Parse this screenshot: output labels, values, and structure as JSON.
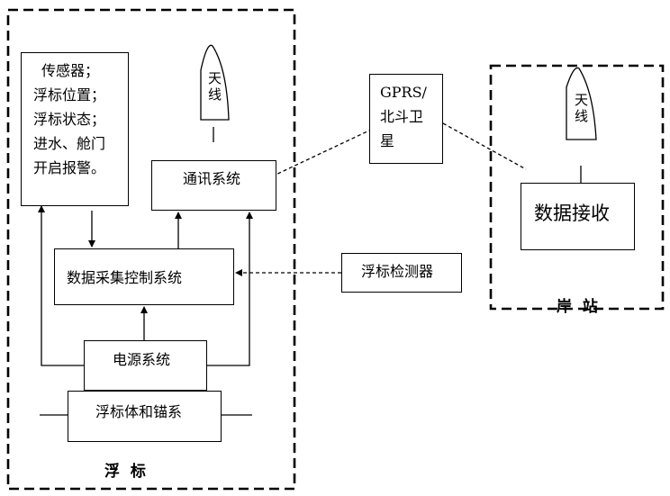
{
  "buoy": {
    "caption": "浮 标",
    "sensors": [
      "传感器；",
      "浮标位置；",
      "浮标状态；",
      "进水、舱门",
      "开启报警。"
    ],
    "antenna": [
      "天",
      "线"
    ],
    "comm": "通讯系统",
    "daq": "数据采集控制系统",
    "power": "电源系统",
    "body": "浮标体和锚系"
  },
  "satellite": [
    "GPRS/",
    "北斗卫",
    "星"
  ],
  "detector": "浮标检测器",
  "shore": {
    "caption": "岸 站",
    "antenna": [
      "天",
      "线"
    ],
    "receiver": "数据接收"
  }
}
